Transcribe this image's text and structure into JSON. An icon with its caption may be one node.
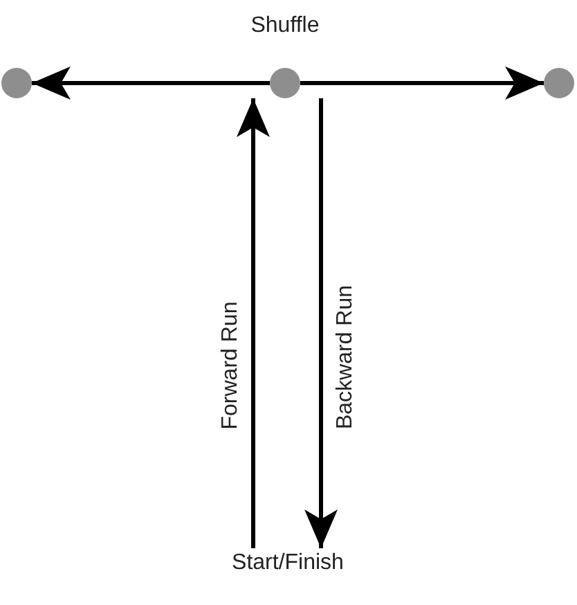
{
  "diagram": {
    "nodes": [
      {
        "text": [],
        "shape": "circle"
      },
      {
        "text": [],
        "shape": "circle"
      },
      {
        "text": [],
        "shape": "circle"
      },
      {
        "text": [
          "Start/Finish"
        ]
      }
    ],
    "edges": [
      {
        "from": 1,
        "to": 0,
        "arrow": "to"
      },
      {
        "from": 1,
        "to": 2,
        "arrow": "to"
      },
      {
        "from": 3,
        "to": 1,
        "arrow": "to",
        "label": "Forward Run"
      },
      {
        "from": 1,
        "to": 3,
        "arrow": "to",
        "label": "Backward Run"
      }
    ],
    "labels": [
      "Shuffle"
    ]
  }
}
